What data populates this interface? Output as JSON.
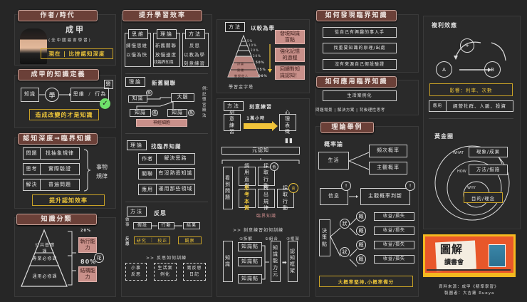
{
  "author": {
    "tab": "作者/時代",
    "name": "成甲",
    "subtitle": "(全中國最會學習)",
    "highlight": "現在 | 比拚認知深度",
    "avatar": "portrait-photo"
  },
  "definition": {
    "tab": "成甲的知識定義",
    "knowledge": "知識",
    "learn": "學",
    "thinking": "思維",
    "behavior": "行為",
    "change": "變",
    "conclusion": "造成改變的才是知識"
  },
  "depth": {
    "tab": "認知深度→臨界知識",
    "rows": [
      {
        "left": "問題",
        "right": "找抽象規律"
      },
      {
        "left": "思考",
        "right": "實際驗證"
      },
      {
        "left": "解決",
        "right": "普遍問題"
      }
    ],
    "side": "事物規律",
    "conclusion": "提升認知效率"
  },
  "classify": {
    "tab": "知識分類",
    "levels": [
      "公共基礎課",
      "專業必修課",
      "通用必修課"
    ],
    "pct_top": "20%",
    "pct_bottom": "80%",
    "box_top": "執行能力",
    "box_bottom": "結構能力",
    "flower": "花"
  },
  "efficiency": {
    "tab": "提升學習效率",
    "columns": [
      {
        "head": "思維",
        "items": [
          "練慢思維",
          "以慢為快"
        ]
      },
      {
        "head": "理論",
        "items": [
          "新舊關聯",
          "放慢速度",
          "找臨界知識"
        ]
      },
      {
        "head": "方法",
        "items": [
          "反思",
          "以教為學",
          "刻意練習"
        ]
      }
    ],
    "theory_label": "理論",
    "theory_title": "新舊關聯",
    "knowledge": "知識",
    "brain": "大腦",
    "new": "新",
    "old": "舊",
    "neuron": "神經細胞",
    "example": "例：記憶宮殿法"
  },
  "critical": {
    "label": "理論",
    "title": "找臨界知識",
    "rows": [
      {
        "left": "作者",
        "right": "解決思路"
      },
      {
        "left": "關聯",
        "right": "有沒熟悉知識"
      },
      {
        "left": "應用",
        "right": "運用那些領域"
      }
    ]
  },
  "reflect": {
    "label": "方法",
    "title": "反思",
    "do_label": "做事",
    "reflect_label": "反思",
    "steps": [
      "假設",
      "行動",
      "結果"
    ],
    "back": [
      "研究",
      "校正",
      "觀察"
    ],
    "how": ">> 反思如何訓練",
    "trainings": [
      "小事反思",
      "生活案例化",
      "寫反思日記"
    ]
  },
  "teach": {
    "label": "方法",
    "title": "以較為學",
    "pyramid": [
      {
        "name": "聽",
        "pct": "5%"
      },
      {
        "name": "讀",
        "pct": "10%"
      },
      {
        "name": "視聽",
        "pct": "20%"
      },
      {
        "name": "演示",
        "pct": "30%"
      },
      {
        "name": "討論",
        "pct": "50%"
      },
      {
        "name": "實踐",
        "pct": "75%"
      },
      {
        "name": "教授他人",
        "pct": "90%"
      }
    ],
    "pyramid_caption": "學習金字塔",
    "benefits": [
      "發現知識盲點",
      "強化記憶的過程",
      "回饋對知識認知！"
    ]
  },
  "deliberate": {
    "label": "方法",
    "title": "刻意練習",
    "start": "刻意練習",
    "hours": "1萬小時",
    "end": "心理表徵",
    "meta": "元認知",
    "see": "看到問題",
    "use": "調用直覺",
    "act1": "採取行動",
    "low": "低",
    "think": "思考本質",
    "find": "找出規律",
    "act2": "採取行動",
    "high": "高",
    "critical": "臨界知識",
    "how": ">> 刻意練習如何訓練",
    "steps": [
      "①拆解",
      "②組合",
      "③框架"
    ],
    "knowledge": "知識",
    "points": [
      "知識點",
      "知識點",
      "知識點"
    ],
    "unit": "知識能力元",
    "frame": "認知框架"
  },
  "discover": {
    "tab": "如何發現臨界知識",
    "items": [
      "從自己有興趣的事入手",
      "找重要知識的原理/出處",
      "沒有來源自己假設驗證"
    ]
  },
  "apply": {
    "tab": "如何應用臨界知識",
    "item": "生活案例化",
    "caption": "問題場景 | 解決方案 | 背後理性思考"
  },
  "theory_example": {
    "tab": "理論舉例",
    "title": "概率論",
    "life": "生活",
    "freq": "頻次概率",
    "subj": "主觀概率",
    "info": "信息",
    "judge": "主觀概率判斷",
    "bang": "!",
    "decision": "決策點",
    "state": "狀",
    "prob": "概",
    "outcome": "收益/損失",
    "conclusion": "大概率堅持,小概率備分"
  },
  "compound": {
    "title": "複利效應",
    "plus": "+",
    "a": "A",
    "b": "B",
    "effect": "影響：利率、次數",
    "apply_label": "應用",
    "apply_value": "經營社群、人脈、投資"
  },
  "golden": {
    "title": "黃金圈",
    "what": "WHAT",
    "how": "HOW",
    "why": "WHY",
    "what_box": "現象/成果",
    "how_box": "方法/措施",
    "why_box": "目的/理念"
  },
  "footer": {
    "banner_title": "圖解",
    "banner_sub": "讀書會",
    "source": "資料來源：成甲《精準學習》",
    "maker": "製圖者：大吉蘿 Rueya"
  },
  "colors": {
    "background": "#262626",
    "tab": "#6b4038",
    "gold": "#e9c23a",
    "pink": "#c9908a",
    "banner": "#e8572a"
  }
}
